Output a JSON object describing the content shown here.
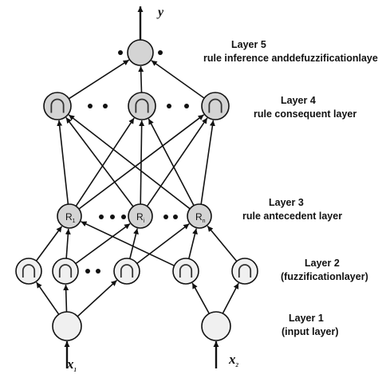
{
  "output_variable": "y",
  "inputs": [
    {
      "name": "x",
      "subscript": "1"
    },
    {
      "name": "x",
      "subscript": "2"
    }
  ],
  "layers": {
    "layer5": {
      "title": "Layer 5",
      "subtitle": "rule inference anddefuzzificationlaye"
    },
    "layer4": {
      "title": "Layer 4",
      "subtitle": "rule consequent layer"
    },
    "layer3": {
      "title": "Layer 3",
      "subtitle": "rule antecedent layer"
    },
    "layer2": {
      "title": "Layer 2",
      "subtitle": "(fuzzificationlayer)"
    },
    "layer1": {
      "title": "Layer 1",
      "subtitle": "(input layer)"
    }
  },
  "rule_nodes": [
    {
      "letter": "R",
      "subscript": "1"
    },
    {
      "letter": "R",
      "subscript": "i"
    },
    {
      "letter": "R",
      "subscript": "n"
    }
  ],
  "colors": {
    "stroke": "#111111",
    "gray_node": "#d4d4d4",
    "light_node": "#f0f0f0",
    "membership_symbol": "#333333"
  }
}
